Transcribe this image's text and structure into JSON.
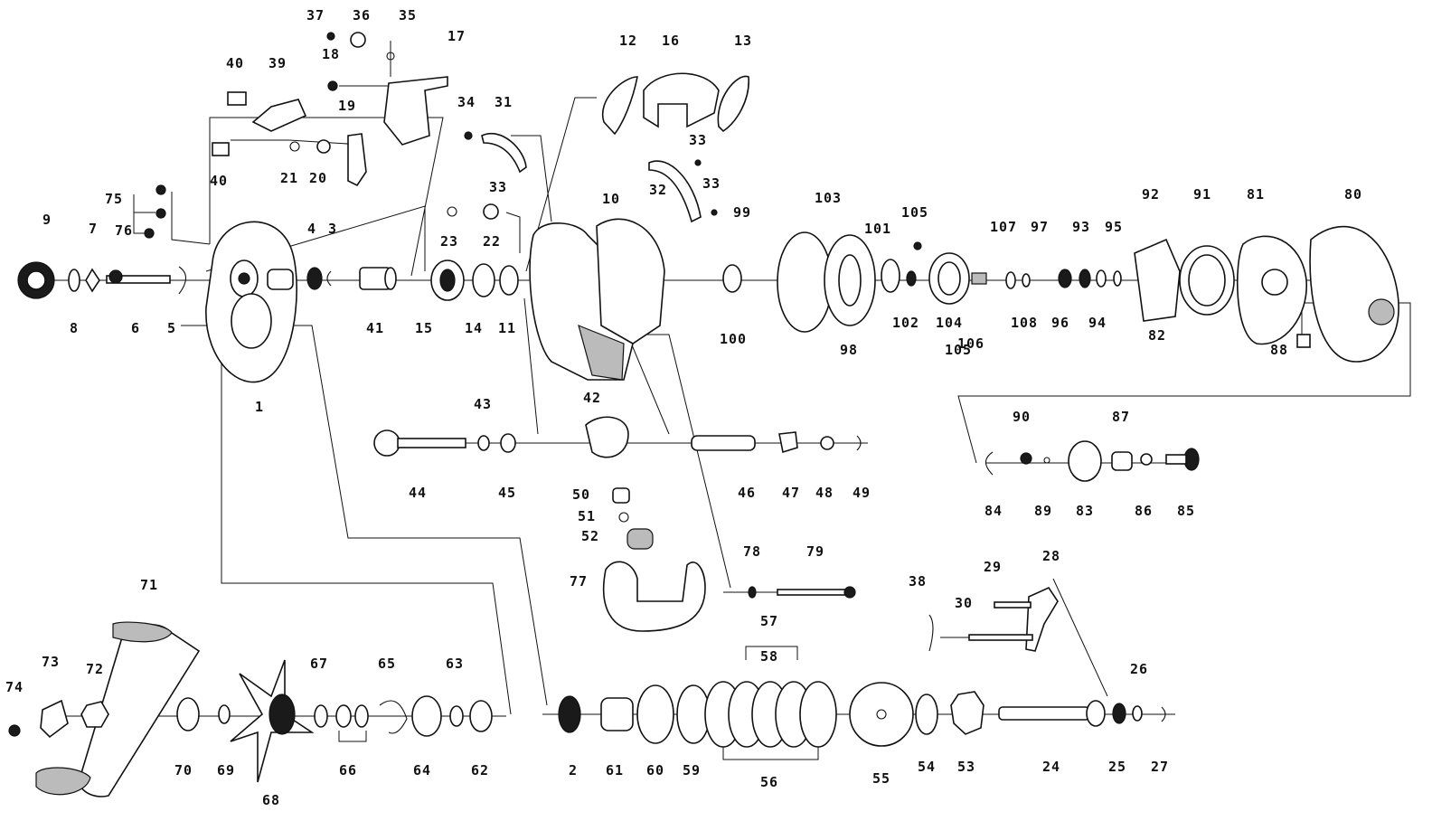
{
  "diagram": {
    "labels": [
      "1",
      "2",
      "3",
      "4",
      "5",
      "6",
      "7",
      "8",
      "9",
      "10",
      "11",
      "12",
      "13",
      "14",
      "15",
      "16",
      "17",
      "18",
      "19",
      "20",
      "21",
      "22",
      "23",
      "24",
      "25",
      "26",
      "27",
      "28",
      "29",
      "30",
      "31",
      "32",
      "33",
      "34",
      "35",
      "36",
      "37",
      "38",
      "39",
      "40",
      "41",
      "42",
      "43",
      "44",
      "45",
      "46",
      "47",
      "48",
      "49",
      "50",
      "51",
      "52",
      "53",
      "54",
      "55",
      "56",
      "57",
      "58",
      "59",
      "60",
      "61",
      "62",
      "63",
      "64",
      "65",
      "66",
      "67",
      "68",
      "69",
      "70",
      "71",
      "72",
      "73",
      "74",
      "75",
      "76",
      "77",
      "78",
      "79",
      "80",
      "81",
      "82",
      "83",
      "84",
      "85",
      "86",
      "87",
      "88",
      "89",
      "90",
      "91",
      "92",
      "93",
      "94",
      "95",
      "96",
      "97",
      "98",
      "99",
      "100",
      "101",
      "102",
      "103",
      "104",
      "105",
      "106",
      "107",
      "108"
    ]
  }
}
